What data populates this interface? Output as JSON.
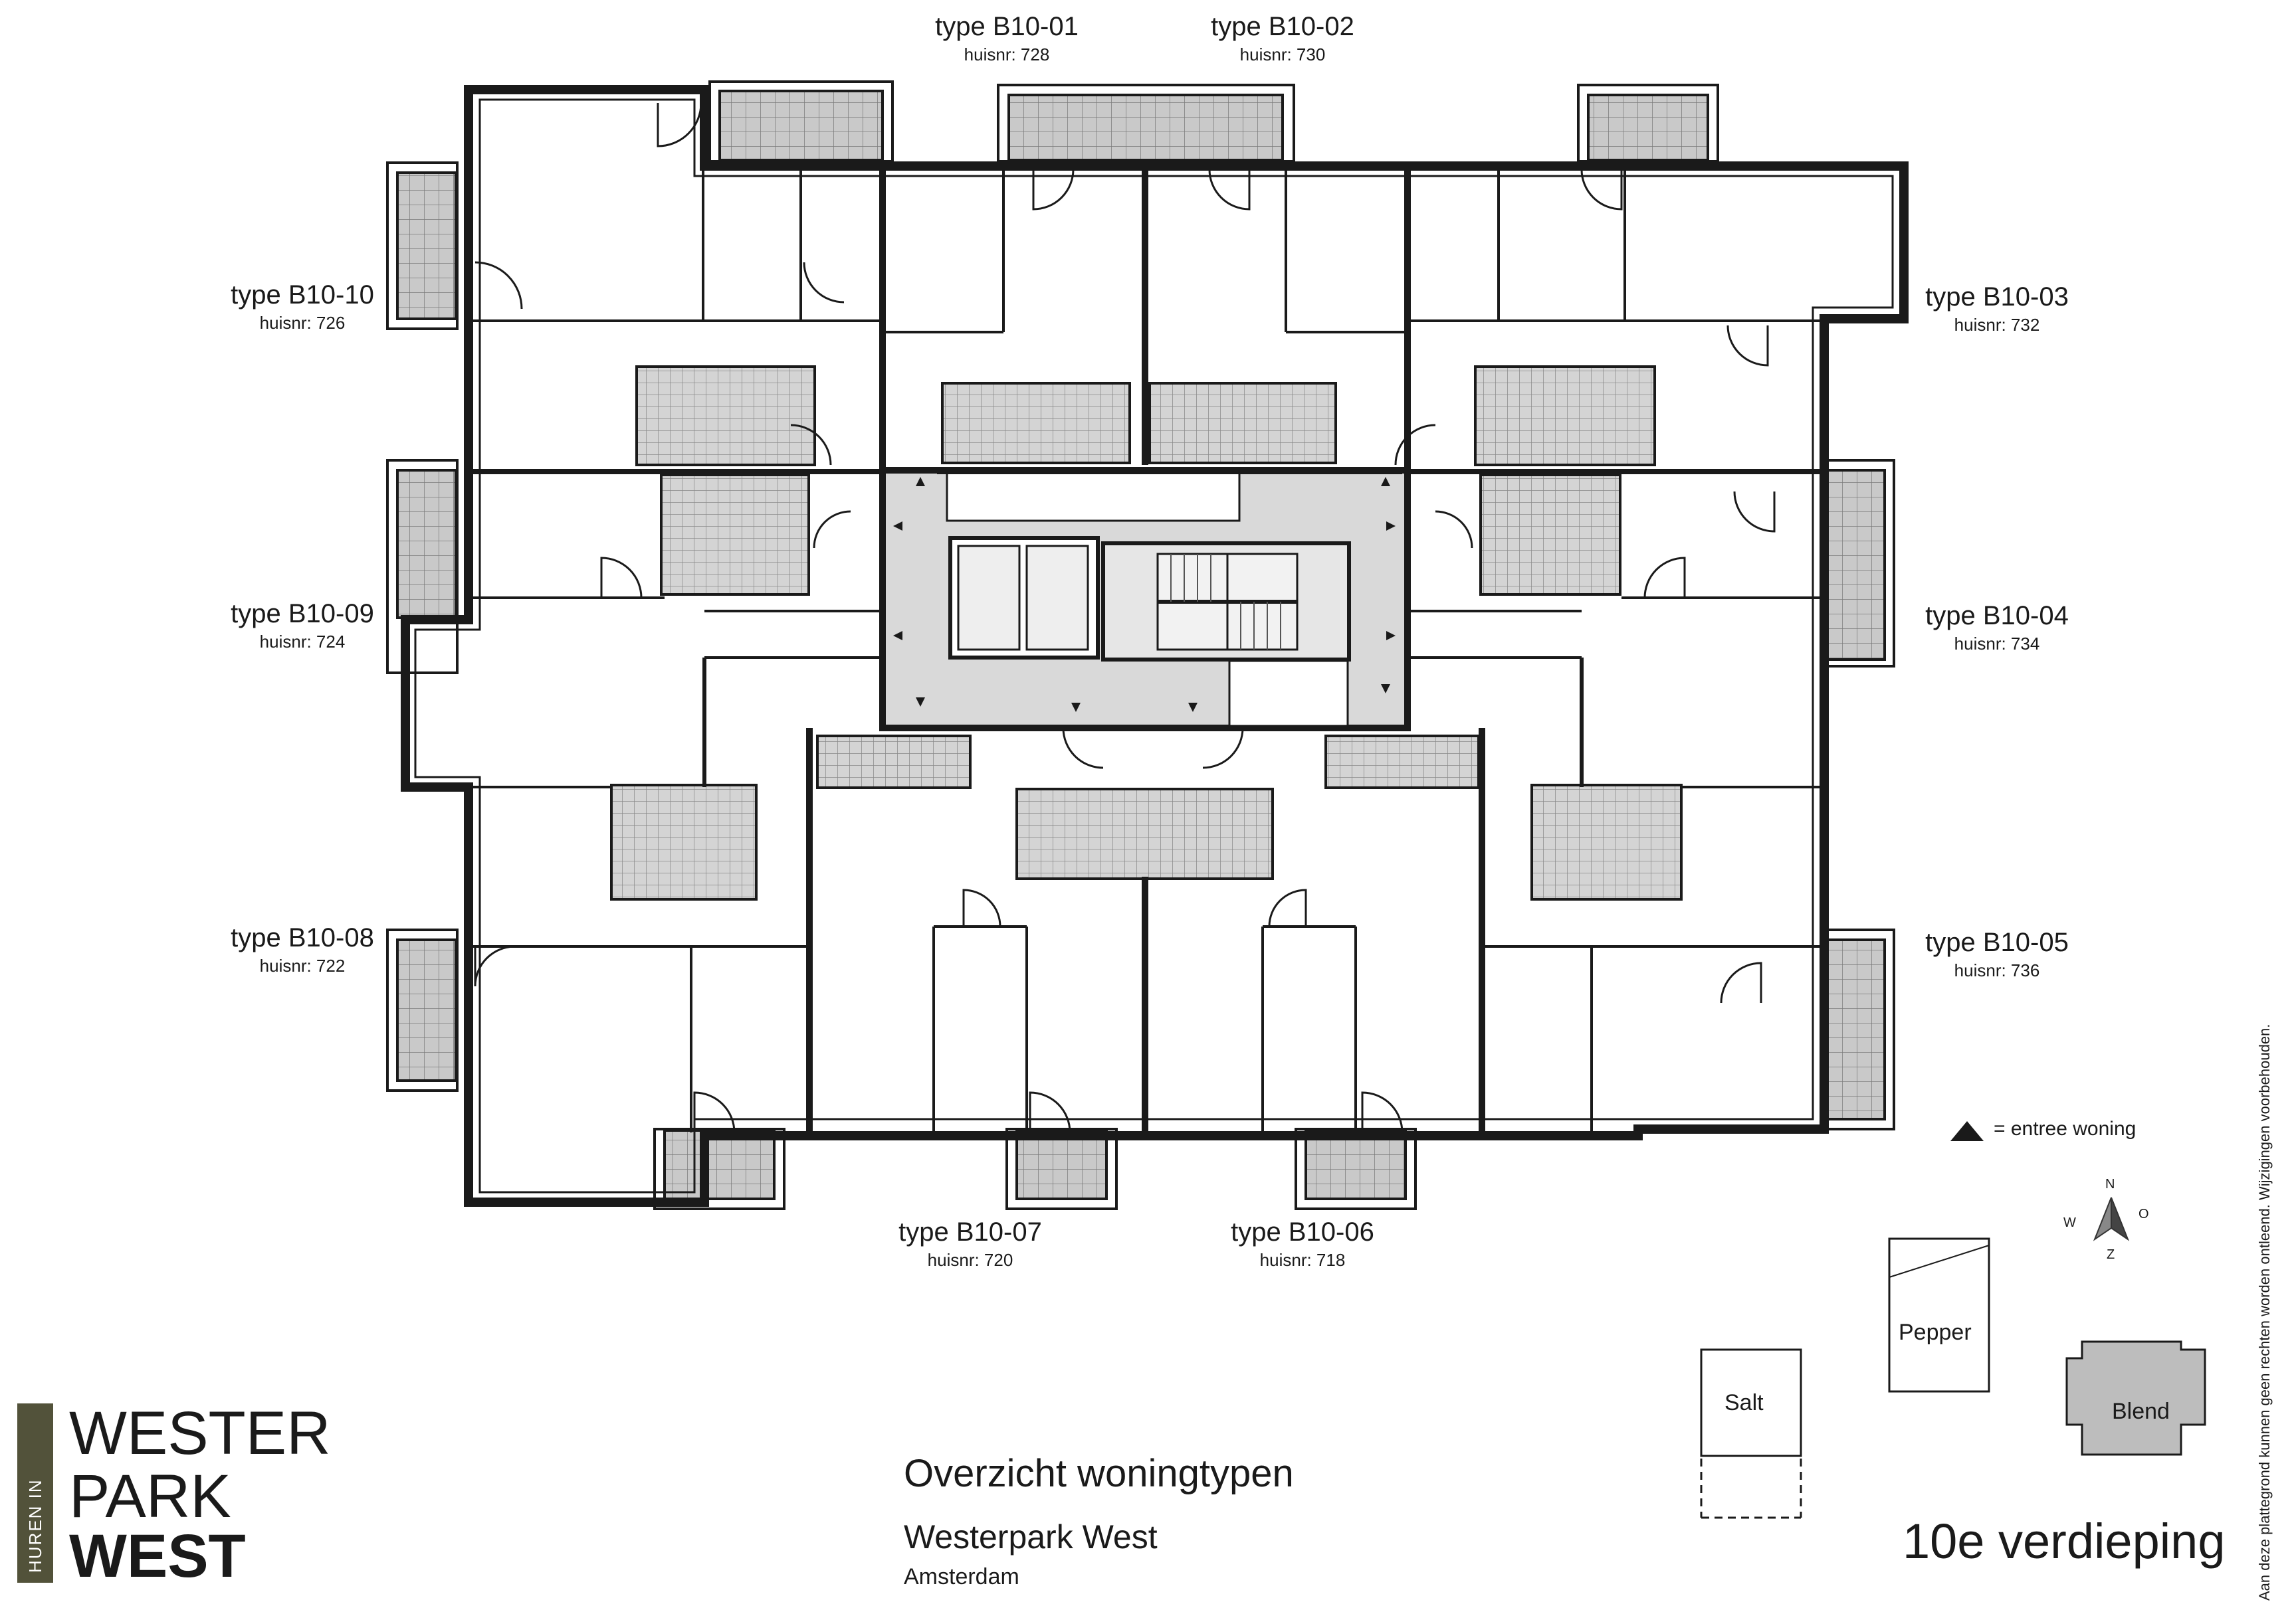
{
  "units": [
    {
      "type": "type B10-01",
      "huisnr": "huisnr: 728"
    },
    {
      "type": "type B10-02",
      "huisnr": "huisnr: 730"
    },
    {
      "type": "type B10-03",
      "huisnr": "huisnr: 732"
    },
    {
      "type": "type B10-04",
      "huisnr": "huisnr: 734"
    },
    {
      "type": "type B10-05",
      "huisnr": "huisnr: 736"
    },
    {
      "type": "type B10-06",
      "huisnr": "huisnr: 718"
    },
    {
      "type": "type B10-07",
      "huisnr": "huisnr: 720"
    },
    {
      "type": "type B10-08",
      "huisnr": "huisnr: 722"
    },
    {
      "type": "type B10-09",
      "huisnr": "huisnr: 724"
    },
    {
      "type": "type B10-10",
      "huisnr": "huisnr: 726"
    }
  ],
  "legend": {
    "text": "=  entree woning"
  },
  "compass": {
    "n": "N",
    "o": "O",
    "z": "Z",
    "w": "W"
  },
  "siteplan": {
    "buildings": [
      "Salt",
      "Pepper",
      "Blend"
    ]
  },
  "title": {
    "heading": "Overzicht woningtypen",
    "project": "Westerpark West",
    "city": "Amsterdam",
    "floor": "10e verdieping"
  },
  "disclaimer": "Aan deze plattegrond kunnen geen rechten worden ontleend. Wijzigingen voorbehouden.",
  "logo": {
    "tag": "HUREN IN",
    "line1": "WESTER",
    "line2": "PARK",
    "line3": "WEST"
  },
  "colors": {
    "wall": "#1a1a1a",
    "core_fill": "#d9d9d9",
    "tile_fill": "#cfcfcf",
    "logo_bar": "#52523a"
  }
}
